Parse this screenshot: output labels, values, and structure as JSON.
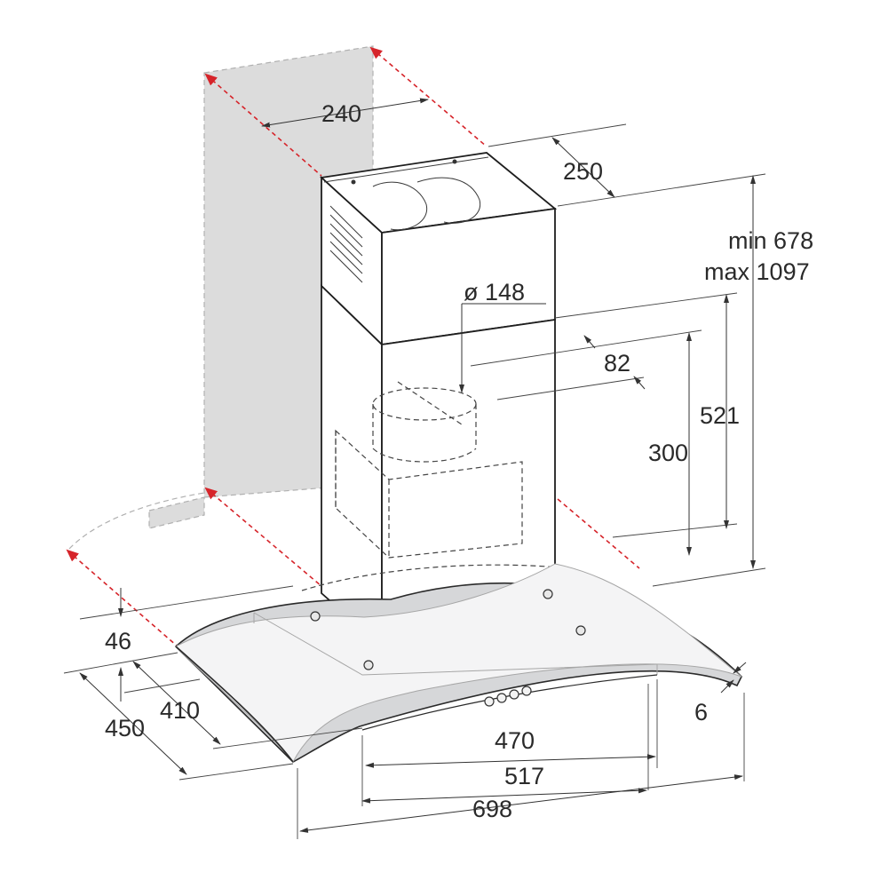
{
  "dimensions": {
    "d240": "240",
    "d250": "250",
    "min_label": "min",
    "min_value": "678",
    "max_label": "max",
    "max_value": "1097",
    "diameter": "ø 148",
    "d82": "82",
    "d521": "521",
    "d300": "300",
    "d46": "46",
    "d410": "410",
    "d450": "450",
    "d6": "6",
    "d470": "470",
    "d517": "517",
    "d698": "698"
  },
  "colors": {
    "wall": "#dcdcdc",
    "red_marker": "#d6242a",
    "glass": "#d6d7d9",
    "line": "#1e1e1e"
  }
}
